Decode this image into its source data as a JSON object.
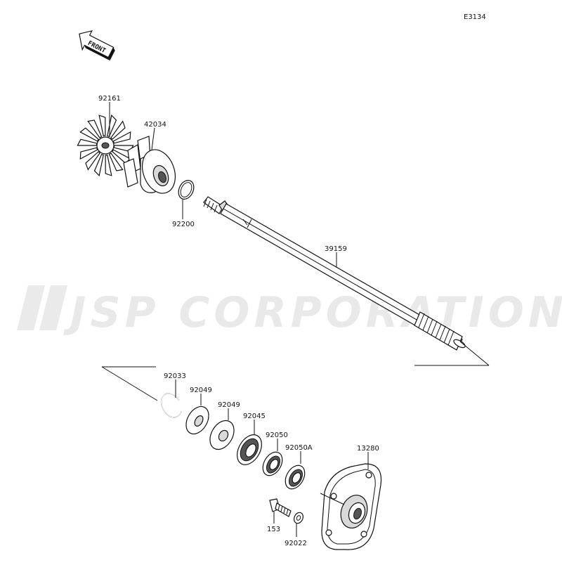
{
  "diagram_code": "E3134",
  "front_label": "FRONT",
  "watermark": "JSP CORPORATION",
  "parts": [
    {
      "id": "impeller",
      "label": "92161"
    },
    {
      "id": "impeller-cap",
      "label": "42034"
    },
    {
      "id": "o-ring",
      "label": "92200"
    },
    {
      "id": "drive-shaft",
      "label": "39159"
    },
    {
      "id": "circlip",
      "label": "92033"
    },
    {
      "id": "washer-1",
      "label": "92049"
    },
    {
      "id": "washer-2",
      "label": "92049"
    },
    {
      "id": "bearing",
      "label": "92045"
    },
    {
      "id": "oil-seal",
      "label": "92050"
    },
    {
      "id": "oil-seal-a",
      "label": "92050A"
    },
    {
      "id": "housing",
      "label": "13280"
    },
    {
      "id": "bolt",
      "label": "153"
    },
    {
      "id": "washer-small",
      "label": "92022"
    }
  ]
}
